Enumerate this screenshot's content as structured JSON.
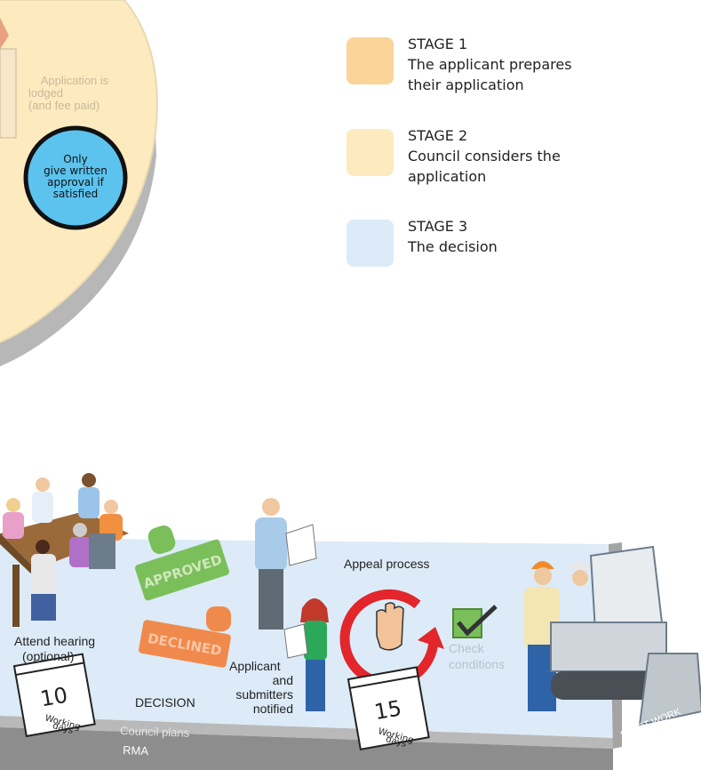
{
  "legend": {
    "items": [
      {
        "title": "STAGE 1",
        "lines": [
          "The applicant prepares",
          "their application"
        ],
        "color": "#fbd49a"
      },
      {
        "title": "STAGE 2",
        "lines": [
          "Council considers the",
          "application"
        ],
        "color": "#feeabf"
      },
      {
        "title": "STAGE 3",
        "lines": [
          "The decision"
        ],
        "color": "#dcebf7"
      }
    ]
  },
  "top_area": {
    "lodged_lines": [
      "Application is",
      "lodged",
      "(and fee paid)"
    ],
    "circle_lines": [
      "Only",
      "give written",
      "approval if",
      "satisfied"
    ]
  },
  "process": {
    "attend_hearing": [
      "Attend hearing",
      "(optional)"
    ],
    "stamp_approved": "APPROVED",
    "stamp_declined": "DECLINED",
    "decision": "DECISION",
    "applicant_notified": [
      "Applicant",
      "and",
      "submitters",
      "notified"
    ],
    "appeal_process": "Appeal process",
    "check_conditions": [
      "Check",
      "conditions"
    ],
    "start_work": "START WORK",
    "council_plans": "Council plans",
    "rma": "RMA"
  },
  "calendars": [
    {
      "number": "10",
      "caption": [
        "Working",
        "days"
      ]
    },
    {
      "number": "15",
      "caption": [
        "Working",
        "days"
      ]
    }
  ],
  "colors": {
    "stage1": "#fbd49a",
    "stage2": "#feeabf",
    "stage3": "#dcebf7",
    "circle": "#5bc3ee",
    "appeal_red": "#e2262b",
    "check_green": "#7bbf5a"
  }
}
